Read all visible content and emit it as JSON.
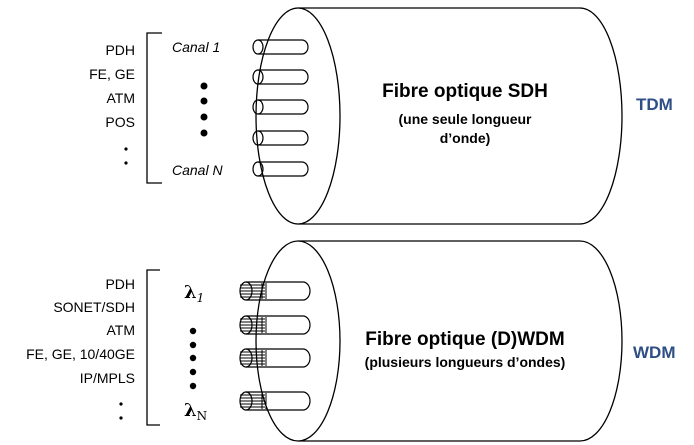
{
  "tdm": {
    "protocols": [
      "PDH",
      "FE, GE",
      "ATM",
      "POS"
    ],
    "canal_first": "Canal 1",
    "canal_last": "Canal N",
    "title": "Fibre optique SDH",
    "subtitle_line1": "(une seule longueur",
    "subtitle_line2": "d’onde)",
    "tag": "TDM"
  },
  "wdm": {
    "protocols": [
      "PDH",
      "SONET/SDH",
      "ATM",
      "FE, GE, 10/40GE",
      "IP/MPLS"
    ],
    "lambda_first": "λ",
    "lambda_first_sub": "1",
    "lambda_last": "λ",
    "lambda_last_sub": "N",
    "title": "Fibre optique (D)WDM",
    "subtitle": "(plusieurs longueurs d’ondes)",
    "tag": "WDM"
  }
}
